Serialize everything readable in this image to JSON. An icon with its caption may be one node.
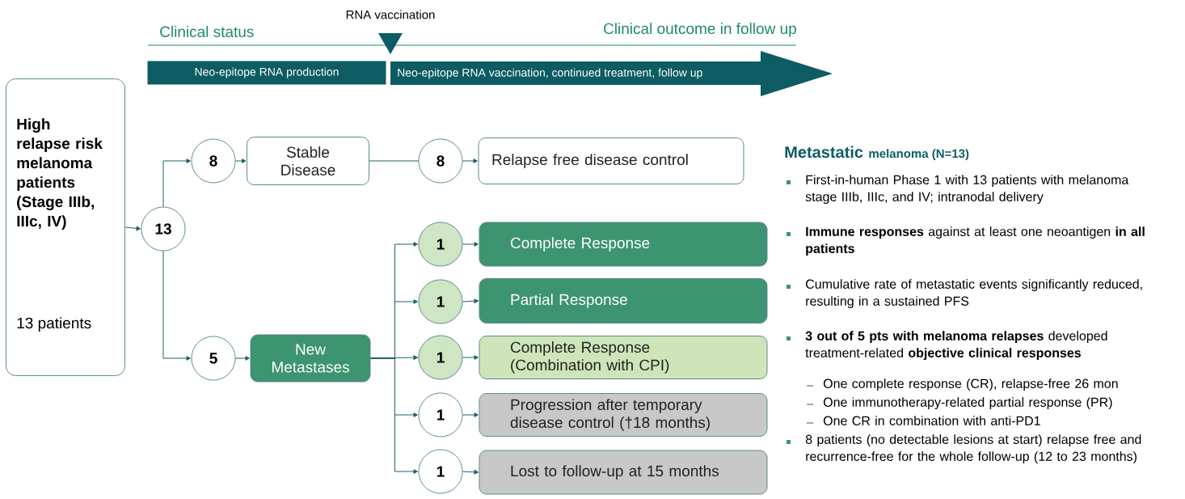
{
  "diagram": {
    "nodes": [
      {
        "text": [
          "Neo-epitope RNA production"
        ]
      },
      {
        "text": [
          "Neo-epitope RNA vaccination, continued treatment, follow up"
        ]
      },
      {
        "text": [
          "High relapse risk melanoma patients (Stage IIIb, IIIc, IV)",
          "13 patients"
        ]
      },
      {
        "text": [
          "13"
        ]
      },
      {
        "text": [
          "8"
        ]
      },
      {
        "text": [
          "Stable Disease"
        ]
      },
      {
        "text": [
          "8"
        ]
      },
      {
        "text": [
          "Relapse free disease control"
        ]
      },
      {
        "text": [
          "5"
        ]
      },
      {
        "text": [
          "New Metastases"
        ]
      },
      {
        "text": [
          "1"
        ]
      },
      {
        "text": [
          "Complete Response"
        ]
      },
      {
        "text": [
          "1"
        ]
      },
      {
        "text": [
          "Partial Response"
        ]
      },
      {
        "text": [
          "1"
        ]
      },
      {
        "text": [
          "Complete Response (Combination with CPI)"
        ]
      },
      {
        "text": [
          "1"
        ]
      },
      {
        "text": [
          "Progression after temporary disease control (†18 months)"
        ]
      },
      {
        "text": [
          "1"
        ]
      },
      {
        "text": [
          "Lost to follow-up at 15 months"
        ]
      }
    ],
    "edges": [
      {
        "from": 2,
        "to": 3,
        "arrow": "to"
      },
      {
        "from": 3,
        "to": 4,
        "arrow": "to"
      },
      {
        "from": 3,
        "to": 8,
        "arrow": "to"
      },
      {
        "from": 4,
        "to": 5,
        "arrow": "to"
      },
      {
        "from": 5,
        "to": 6,
        "arrow": "none"
      },
      {
        "from": 6,
        "to": 7,
        "arrow": "to"
      },
      {
        "from": 8,
        "to": 9,
        "arrow": "to"
      },
      {
        "from": 9,
        "to": 10,
        "arrow": "to"
      },
      {
        "from": 9,
        "to": 12,
        "arrow": "to"
      },
      {
        "from": 9,
        "to": 14,
        "arrow": "to"
      },
      {
        "from": 9,
        "to": 16,
        "arrow": "to"
      },
      {
        "from": 9,
        "to": 18,
        "arrow": "to"
      },
      {
        "from": 10,
        "to": 11,
        "arrow": "to"
      },
      {
        "from": 12,
        "to": 13,
        "arrow": "to"
      },
      {
        "from": 14,
        "to": 15,
        "arrow": "to"
      },
      {
        "from": 16,
        "to": 17,
        "arrow": "to"
      },
      {
        "from": 18,
        "to": 19,
        "arrow": "to"
      }
    ],
    "labels": [
      "RNA vaccination",
      "Clinical status",
      "Clinical outcome in follow up",
      "Metastatic",
      "melanoma (N=13)",
      "First-in-human Phase 1 with 13 patients with melanoma stage IIIb, IIIc, and IV; intranodal delivery",
      "**Immune responses** against at least one neoantigen **in all patients**",
      "Cumulative rate of metastatic events significantly reduced, resulting in a sustained PFS",
      "**3 out of 5 pts with melanoma relapses** developed treatment-related **objective clinical responses**",
      "One complete response (CR), relapse-free 26 mon",
      "One immunotherapy-related partial response (PR)",
      "One CR in combination with anti-PD1",
      "8 patients (no detectable lesions at start) relapse free and recurrence-free for the whole follow-up (12 to 23 months)"
    ]
  }
}
